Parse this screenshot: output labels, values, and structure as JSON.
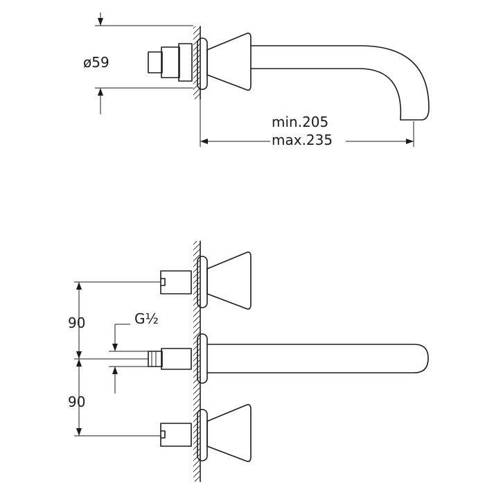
{
  "labels": {
    "diameter": "ø59",
    "spout_min": "min.205",
    "spout_max": "max.235",
    "thread": "G½",
    "spacing_upper": "90",
    "spacing_lower": "90"
  },
  "colors": {
    "ink": "#1a1a1a",
    "background": "#ffffff"
  }
}
